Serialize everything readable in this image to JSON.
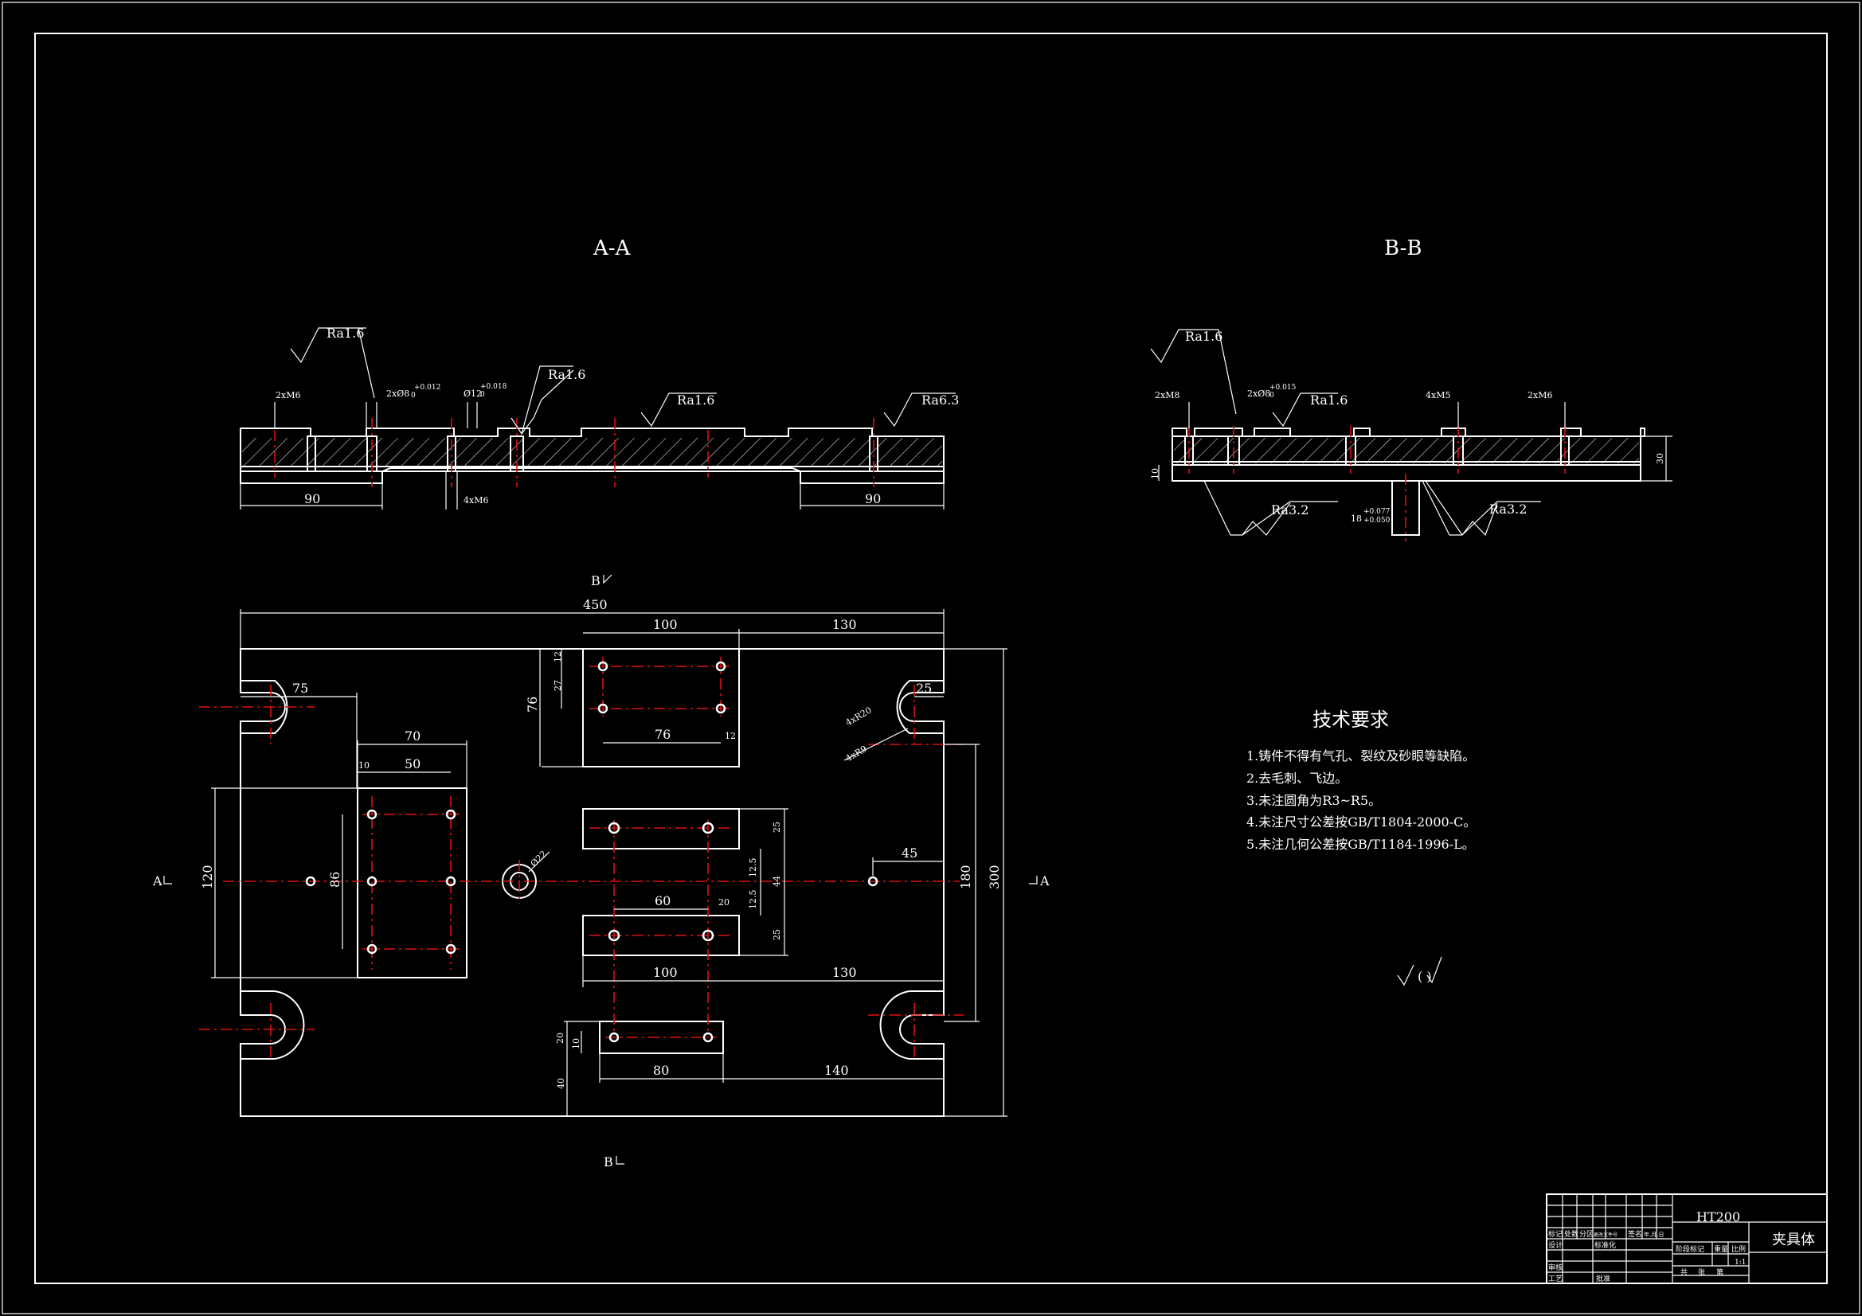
{
  "views": {
    "section_aa": "A-A",
    "section_bb": "B-B",
    "markers": {
      "a_left": "A",
      "a_right": "A",
      "b_top": "B",
      "b_bottom": "B"
    }
  },
  "aa": {
    "ra_left": "Ra1.6",
    "ra_mid": "Ra1.6",
    "ra_center": "Ra1.6",
    "ra_right": "Ra6.3",
    "d_2xm6": "2xM6",
    "d_2xd8": "2xØ8",
    "d_2xd8_tol": "+0.012",
    "d_2xd8_tol_low": "0",
    "d_d12": "Ø12",
    "d_d12_tol": "+0.018",
    "d_d12_tol_low": "0",
    "d_4xm6": "4xM6",
    "d_90_left": "90",
    "d_90_right": "90"
  },
  "bb": {
    "ra_top": "Ra1.6",
    "ra_mid": "Ra1.6",
    "ra_bot_left": "Ra3.2",
    "ra_bot_right": "Ra3.2",
    "d_2xm8": "2xM8",
    "d_2xd8": "2xØ8",
    "d_2xd8_tol": "+0.015",
    "d_2xd8_tol_low": "0",
    "d_4xm5": "4xM5",
    "d_2xm6": "2xM6",
    "d_10": "10",
    "d_30": "30",
    "d_18": "18",
    "d_18_tol": "+0.077",
    "d_18_tol_low": "+0.050"
  },
  "plan": {
    "d_450": "450",
    "d_100_top": "100",
    "d_130_top": "130",
    "d_75": "75",
    "d_25": "25",
    "d_12_a": "12",
    "d_27": "27",
    "d_76_v": "76",
    "d_76_h": "76",
    "d_12_b": "12",
    "d_4xr20": "4xR20",
    "d_4xr9": "4xR9",
    "d_70": "70",
    "d_10": "10",
    "d_50": "50",
    "d_120": "120",
    "d_86": "86",
    "d_d22": "Ø22",
    "d_45": "45",
    "d_25_a": "25",
    "d_12_5_a": "12.5",
    "d_44": "44",
    "d_12_5_b": "12.5",
    "d_60": "60",
    "d_20_a": "20",
    "d_25_b": "25",
    "d_180": "180",
    "d_300": "300",
    "d_100_bot": "100",
    "d_130_bot": "130",
    "d_20_b": "20",
    "d_10_b": "10",
    "d_40": "40",
    "d_80": "80",
    "d_140": "140"
  },
  "tech": {
    "title": "技术要求",
    "items": [
      "1.铸件不得有气孔、裂纹及砂眼等缺陷。",
      "2.去毛刺、飞边。",
      "3.未注圆角为R3~R5。",
      "4.未注尺寸公差按GB/T1804-2000-C。",
      "5.未注几何公差按GB/T1184-1996-L。"
    ],
    "roughness_note": "(  )"
  },
  "titleblock": {
    "material": "HT200",
    "part_name": "夹具体",
    "r_biaoji": "标记",
    "r_chushu": "处数",
    "r_fenqu": "分区",
    "r_genggai": "更改文件号",
    "r_qianming": "签名",
    "r_nianyueri": "年.月.日",
    "r_sheji": "设计",
    "r_biaozhunhua": "标准化",
    "r_shenhe": "审核",
    "r_gongyi": "工艺",
    "r_pizhun": "批准",
    "r_jieduan": "阶段标记",
    "r_zhongliang": "重量",
    "r_bili": "比例",
    "r_scale": "1:1",
    "r_gong": "共",
    "r_zhang": "张",
    "r_di": "第"
  }
}
